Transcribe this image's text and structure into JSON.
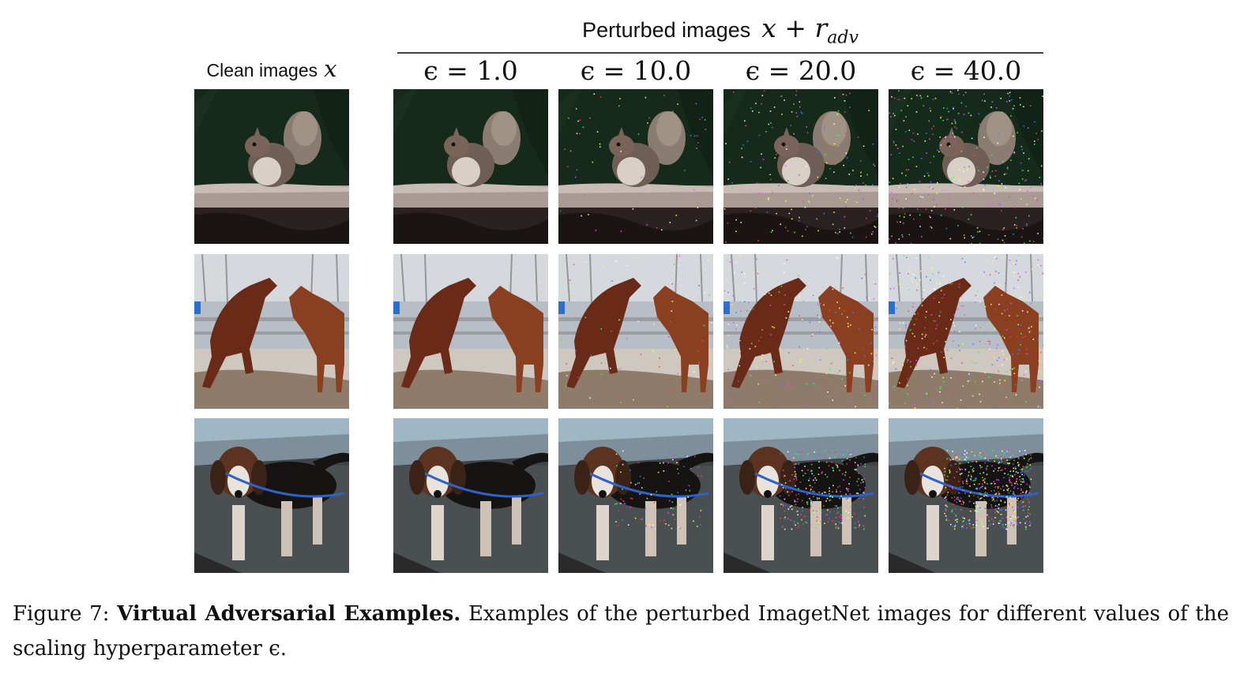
{
  "header": {
    "perturbed_label": "Perturbed images",
    "perturbed_math": "x + r",
    "perturbed_math_sub": "adv",
    "clean_label": "Clean images",
    "clean_math": "x"
  },
  "epsilon_labels": [
    "ϵ = 1.0",
    "ϵ = 10.0",
    "ϵ = 20.0",
    "ϵ = 40.0"
  ],
  "rows": [
    "squirrel",
    "horses",
    "dog"
  ],
  "caption": {
    "figure_label": "Figure 7:",
    "title": "Virtual Adversarial Examples.",
    "text": "Examples of the perturbed ImagetNet images for different values of the scaling hyperparameter ϵ."
  }
}
